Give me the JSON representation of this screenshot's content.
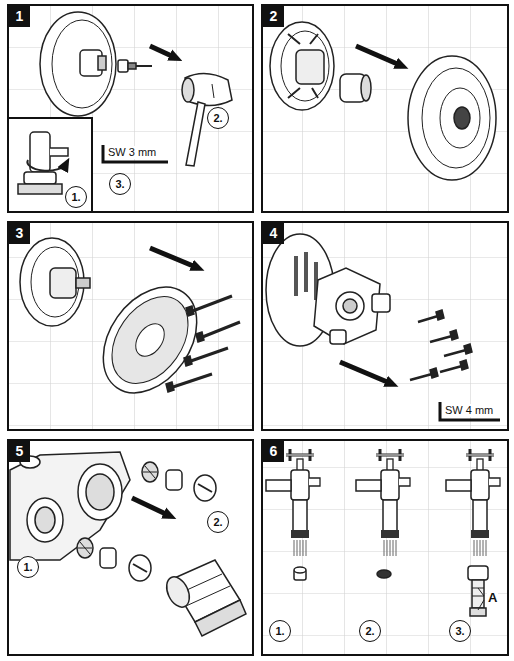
{
  "diagram": {
    "labels": [
      "1",
      "2.",
      "3.",
      "SW 3 mm",
      "1.",
      "2",
      "3",
      "4",
      "SW 4 mm",
      "5",
      "2.",
      "1.",
      "6",
      "1.",
      "2.",
      "3.",
      "A"
    ]
  }
}
